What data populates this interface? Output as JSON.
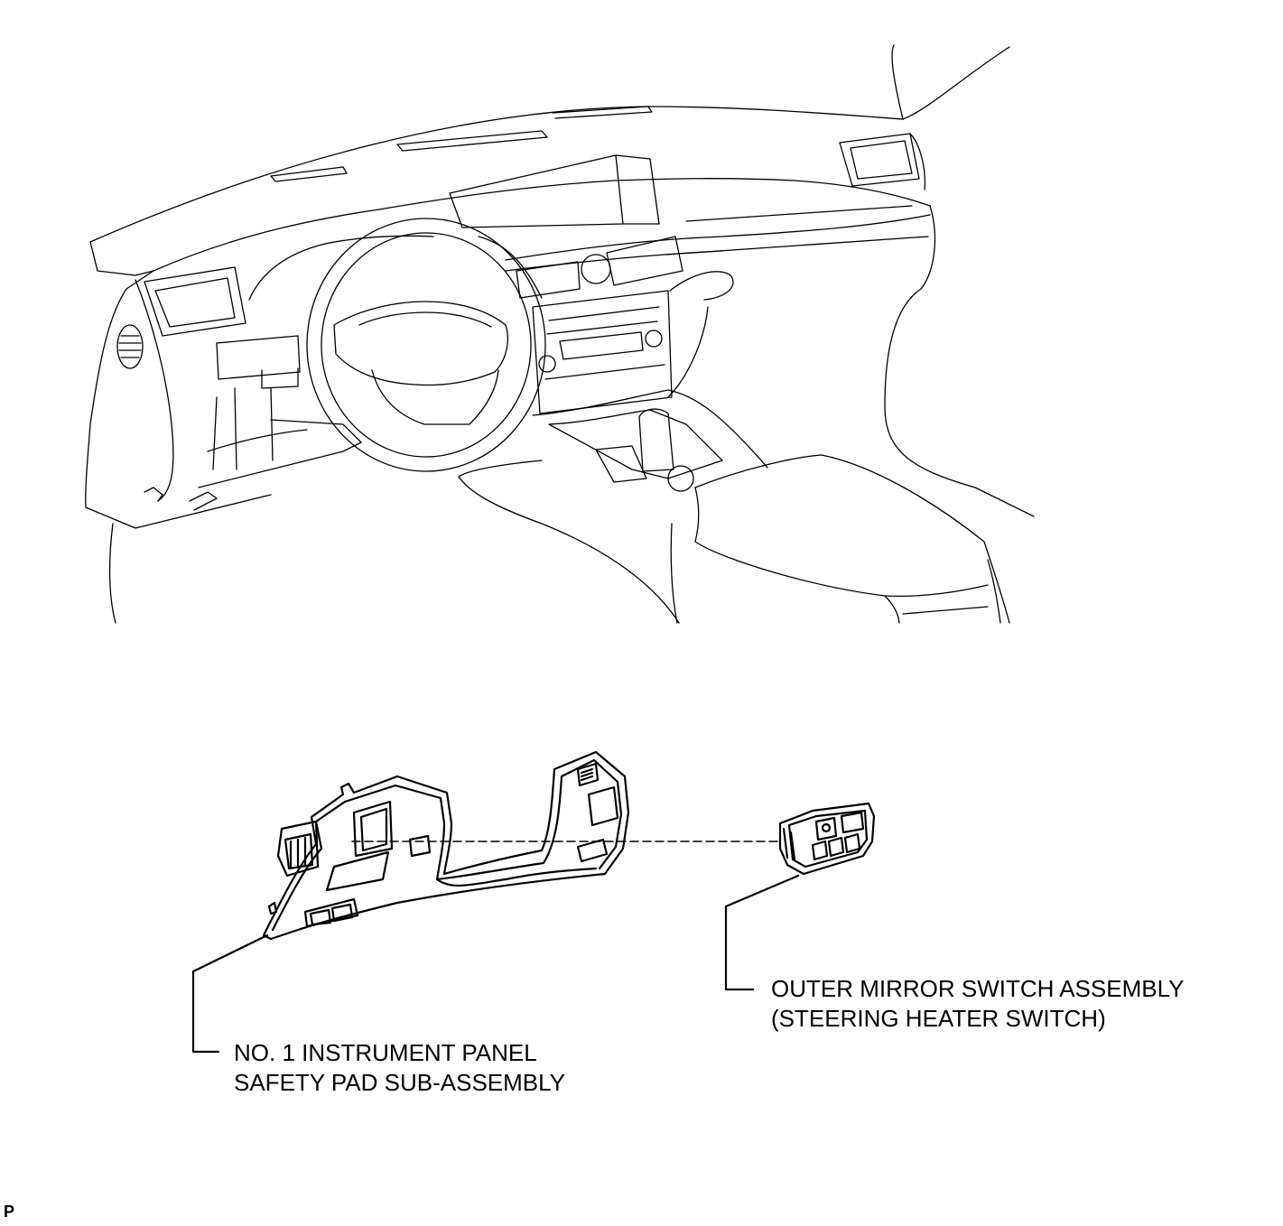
{
  "callouts": {
    "safety_pad": {
      "line1": "NO. 1 INSTRUMENT PANEL",
      "line2": "SAFETY PAD SUB-ASSEMBLY"
    },
    "mirror_switch": {
      "line1": "OUTER MIRROR SWITCH ASSEMBLY",
      "line2": "(STEERING HEATER SWITCH)"
    }
  },
  "corner_mark": "P",
  "colors": {
    "line": "#000000",
    "background": "#ffffff"
  },
  "illustrations": [
    "dashboard-overview",
    "instrument-panel-safety-pad-part",
    "outer-mirror-switch-part"
  ]
}
